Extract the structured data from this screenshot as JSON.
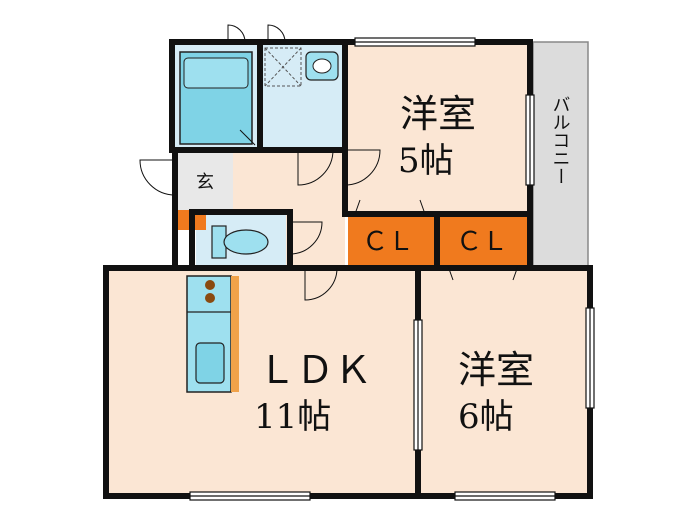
{
  "rooms": {
    "western_5": {
      "name": "洋室",
      "size": "5帖"
    },
    "western_6": {
      "name": "洋室",
      "size": "6帖"
    },
    "ldk": {
      "name": "ＬＤＫ",
      "size": "11帖"
    },
    "entrance": {
      "name": "玄"
    },
    "closet_left": {
      "name": "ＣＬ"
    },
    "closet_right": {
      "name": "ＣＬ"
    },
    "balcony": {
      "name": "バルコニー"
    }
  },
  "colors": {
    "room_fill": "#fbe6d4",
    "wet_area_fill": "#d6ecf6",
    "fixture_fill": "#7fd3e6",
    "closet_fill": "#f07a1e",
    "balcony_fill": "#dcdcdc",
    "entrance_fill": "#e8e8e8",
    "wall": "#111111"
  }
}
